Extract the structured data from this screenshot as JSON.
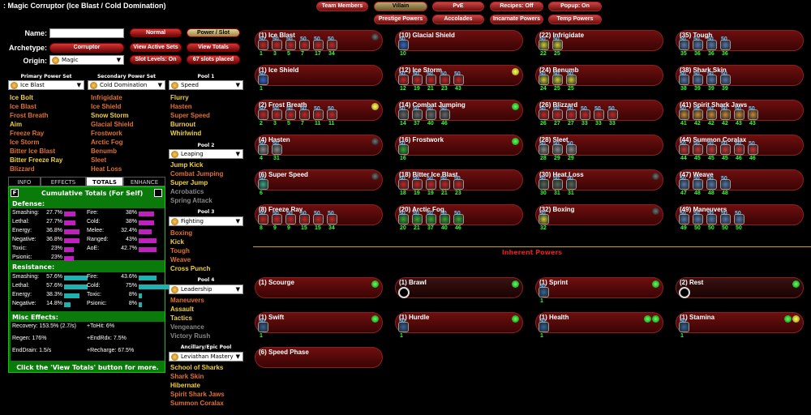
{
  "window_title": ": Magic Corruptor (Ice Blast / Cold Domination)",
  "top_buttons": [
    "Team Members",
    "Villain",
    "PvE",
    "Recipes: Off",
    "Popup: On",
    "Prestige Powers",
    "Accolades",
    "Incarnate Powers",
    "Temp Powers"
  ],
  "labels": {
    "name": "Name:",
    "archetype": "Archetype:",
    "origin": "Origin:"
  },
  "archetype": "Corruptor",
  "origin": "Magic",
  "buttons": {
    "normal": "Normal",
    "power_slot": "Power / Slot",
    "view_active_sets": "View Active Sets",
    "view_totals": "View Totals",
    "slot_levels": "Slot Levels: On",
    "slots_placed": "67 slots placed"
  },
  "headers": {
    "primary": "Primary Power Set",
    "secondary": "Secondary Power Set",
    "pool1": "Pool 1",
    "pool2": "Pool 2",
    "pool3": "Pool 3",
    "pool4": "Pool 4",
    "epic": "Ancillary/Epic Pool"
  },
  "primary_set": "Ice Blast",
  "secondary_set": "Cold Domination",
  "pool_sets": [
    "Speed",
    "Leaping",
    "Fighting",
    "Leadership",
    "Leviathan Mastery"
  ],
  "primary_powers": [
    [
      "Ice Bolt",
      "y"
    ],
    [
      "Ice Blast",
      "o"
    ],
    [
      "Frost Breath",
      "o"
    ],
    [
      "Aim",
      "y"
    ],
    [
      "Freeze Ray",
      "o"
    ],
    [
      "Ice Storm",
      "o"
    ],
    [
      "Bitter Ice Blast",
      "o"
    ],
    [
      "Bitter Freeze Ray",
      "y"
    ],
    [
      "Blizzard",
      "o"
    ]
  ],
  "secondary_powers": [
    [
      "Infrigidate",
      "o"
    ],
    [
      "Ice Shield",
      "o"
    ],
    [
      "Snow Storm",
      "y"
    ],
    [
      "Glacial Shield",
      "o"
    ],
    [
      "Frostwork",
      "o"
    ],
    [
      "Arctic Fog",
      "o"
    ],
    [
      "Benumb",
      "o"
    ],
    [
      "Sleet",
      "o"
    ],
    [
      "Heat Loss",
      "o"
    ]
  ],
  "pool1_powers": [
    [
      "Flurry",
      "y"
    ],
    [
      "Hasten",
      "o"
    ],
    [
      "Super Speed",
      "o"
    ],
    [
      "Burnout",
      "y"
    ],
    [
      "Whirlwind",
      "y"
    ]
  ],
  "pool2_powers": [
    [
      "Jump Kick",
      "y"
    ],
    [
      "Combat Jumping",
      "o"
    ],
    [
      "Super Jump",
      "y"
    ],
    [
      "Acrobatics",
      "g"
    ],
    [
      "Spring Attack",
      "g"
    ]
  ],
  "pool3_powers": [
    [
      "Boxing",
      "o"
    ],
    [
      "Kick",
      "y"
    ],
    [
      "Tough",
      "o"
    ],
    [
      "Weave",
      "o"
    ],
    [
      "Cross Punch",
      "y"
    ]
  ],
  "pool4_powers": [
    [
      "Maneuvers",
      "o"
    ],
    [
      "Assault",
      "y"
    ],
    [
      "Tactics",
      "y"
    ],
    [
      "Vengeance",
      "g"
    ],
    [
      "Victory Rush",
      "g"
    ]
  ],
  "epic_powers": [
    [
      "School of Sharks",
      "y"
    ],
    [
      "Shark Skin",
      "o"
    ],
    [
      "Hibernate",
      "y"
    ],
    [
      "Spirit Shark Jaws",
      "o"
    ],
    [
      "Summon Coralax",
      "o"
    ]
  ],
  "tabs": [
    "INFO",
    "EFFECTS",
    "TOTALS",
    "ENHANCE"
  ],
  "totals_header": "Cumulative Totals (For Self)",
  "defense_title": "Defense:",
  "defense": [
    [
      "Smashing:",
      "27.7%",
      0.28
    ],
    [
      "Fire:",
      "38%",
      0.38
    ],
    [
      "Lethal:",
      "27.7%",
      0.28
    ],
    [
      "Cold:",
      "38%",
      0.38
    ],
    [
      "Energy:",
      "36.8%",
      0.37
    ],
    [
      "Melee:",
      "32.4%",
      0.32
    ],
    [
      "Negative:",
      "36.8%",
      0.37
    ],
    [
      "Ranged:",
      "43%",
      0.43
    ],
    [
      "Toxic:",
      "23%",
      0.23
    ],
    [
      "AoE:",
      "42.7%",
      0.43
    ],
    [
      "Psionic:",
      "23%",
      0.23
    ]
  ],
  "resistance_title": "Resistance:",
  "resistance": [
    [
      "Smashing:",
      "57.6%",
      0.58
    ],
    [
      "Fire:",
      "43.6%",
      0.44
    ],
    [
      "Lethal:",
      "57.6%",
      0.58
    ],
    [
      "Cold:",
      "75%",
      0.75
    ],
    [
      "Energy:",
      "38.3%",
      0.38
    ],
    [
      "Toxic:",
      "8%",
      0.08
    ],
    [
      "Negative:",
      "14.8%",
      0.15
    ],
    [
      "Psionic:",
      "8%",
      0.08
    ]
  ],
  "misc_title": "Misc Effects:",
  "misc": [
    "Recovery: 153.5% (2.7/s)",
    "+ToHit: 6%",
    "Regen: 176%",
    "+EndRdx: 7.5%",
    "EndDrain: 1.5/s",
    "+Recharge: 67.5%"
  ],
  "footer": "Click the 'View Totals' button for more.",
  "inherent_title": "Inherent Powers",
  "slots_main": [
    {
      "n": "(1) Ice Blast",
      "e": [
        "50",
        "50",
        "50",
        "50",
        "50",
        "50"
      ],
      "l": [
        "1",
        "3",
        "5",
        "7",
        "17",
        "34"
      ],
      "d": "k",
      "c": "#c22"
    },
    {
      "n": "(10) Glacial Shield",
      "e": [
        "50"
      ],
      "l": [
        "10"
      ],
      "d": "",
      "c": "#36c"
    },
    {
      "n": "(22) Infrigidate",
      "e": [
        "50",
        "50"
      ],
      "l": [
        "22",
        "25"
      ],
      "d": "",
      "c": "#cc3"
    },
    {
      "n": "(35) Tough",
      "e": [
        "50",
        "50",
        "50",
        "50"
      ],
      "l": [
        "35",
        "36",
        "36",
        "36"
      ],
      "d": "",
      "c": "#57a"
    },
    {
      "n": "(1) Ice Shield",
      "e": [
        "50"
      ],
      "l": [
        "1"
      ],
      "d": "",
      "c": "#36c"
    },
    {
      "n": "(12) Ice Storm",
      "e": [
        "50",
        "50",
        "50",
        "50",
        "50"
      ],
      "l": [
        "12",
        "19",
        "21",
        "23",
        "43"
      ],
      "d": "y",
      "c": "#c22"
    },
    {
      "n": "(24) Benumb",
      "e": [
        "50",
        "50",
        "50"
      ],
      "l": [
        "24",
        "25",
        "25"
      ],
      "d": "",
      "c": "#cc3"
    },
    {
      "n": "(38) Shark Skin",
      "e": [
        "50",
        "50",
        "50",
        "50"
      ],
      "l": [
        "38",
        "39",
        "39",
        "39"
      ],
      "d": "",
      "c": "#57a"
    },
    {
      "n": "(2) Frost Breath",
      "e": [
        "50",
        "50",
        "50",
        "50",
        "50",
        "50"
      ],
      "l": [
        "2",
        "3",
        "5",
        "7",
        "11",
        "11"
      ],
      "d": "y",
      "c": "#c22"
    },
    {
      "n": "(14) Combat Jumping",
      "e": [
        "50",
        "50",
        "50",
        "50"
      ],
      "l": [
        "14",
        "37",
        "40",
        "46"
      ],
      "d": "g",
      "c": "#666"
    },
    {
      "n": "(26) Blizzard",
      "e": [
        "50",
        "50",
        "50",
        "50",
        "50",
        "50"
      ],
      "l": [
        "26",
        "27",
        "27",
        "33",
        "33",
        "33"
      ],
      "d": "",
      "c": "#c22"
    },
    {
      "n": "(41) Spirit Shark Jaws",
      "e": [
        "50",
        "50",
        "50",
        "50",
        "50",
        "50"
      ],
      "l": [
        "41",
        "42",
        "42",
        "42",
        "43",
        "43"
      ],
      "d": "",
      "c": "#c83"
    },
    {
      "n": "(4) Hasten",
      "e": [
        "50",
        "50"
      ],
      "l": [
        "4",
        "31"
      ],
      "d": "k",
      "c": "#888"
    },
    {
      "n": "(16) Frostwork",
      "e": [
        "50"
      ],
      "l": [
        "16"
      ],
      "d": "g",
      "c": "#3a3"
    },
    {
      "n": "(28) Sleet",
      "e": [
        "50",
        "50",
        "50"
      ],
      "l": [
        "28",
        "29",
        "29"
      ],
      "d": "",
      "c": "#888"
    },
    {
      "n": "(44) Summon Coralax",
      "e": [
        "50",
        "50",
        "50",
        "50",
        "50",
        "50"
      ],
      "l": [
        "44",
        "45",
        "45",
        "45",
        "46",
        "46"
      ],
      "d": "",
      "c": "#c33"
    },
    {
      "n": "(6) Super Speed",
      "e": [
        "50"
      ],
      "l": [
        "6"
      ],
      "d": "k",
      "c": "#3a8"
    },
    {
      "n": "(18) Bitter Ice Blast",
      "e": [
        "50",
        "50",
        "50",
        "50",
        "50"
      ],
      "l": [
        "18",
        "19",
        "19",
        "21",
        "23"
      ],
      "d": "",
      "c": "#c22"
    },
    {
      "n": "(30) Heat Loss",
      "e": [
        "50",
        "50",
        "50"
      ],
      "l": [
        "30",
        "31",
        "31"
      ],
      "d": "k",
      "c": "#565"
    },
    {
      "n": "(47) Weave",
      "e": [
        "50",
        "50",
        "50",
        "50"
      ],
      "l": [
        "47",
        "48",
        "48",
        "48"
      ],
      "d": "",
      "c": "#57a"
    },
    {
      "n": "(8) Freeze Ray",
      "e": [
        "50",
        "50",
        "50",
        "50",
        "50",
        "50"
      ],
      "l": [
        "8",
        "9",
        "9",
        "15",
        "15",
        "34"
      ],
      "d": "",
      "c": "#c22"
    },
    {
      "n": "(20) Arctic Fog",
      "e": [
        "50",
        "50",
        "50",
        "50",
        "50"
      ],
      "l": [
        "20",
        "21",
        "37",
        "40",
        "46"
      ],
      "d": "",
      "c": "#3a3"
    },
    {
      "n": "(32) Boxing",
      "e": [
        "50"
      ],
      "l": [
        "32"
      ],
      "d": "k",
      "c": "#cc3"
    },
    {
      "n": "(49) Maneuvers",
      "e": [
        "50",
        "50",
        "50",
        "50",
        "50"
      ],
      "l": [
        "49",
        "50",
        "50",
        "50",
        "50"
      ],
      "d": "",
      "c": "#57a"
    }
  ],
  "slots_inherent": [
    {
      "n": "(1) Scourge",
      "e": [],
      "l": [],
      "d": "g"
    },
    {
      "n": "(1) Brawl",
      "e": [
        "o"
      ],
      "l": [],
      "d": "g"
    },
    {
      "n": "(1) Sprint",
      "e": [
        "50"
      ],
      "l": [
        "1"
      ],
      "d": "g"
    },
    {
      "n": "(2) Rest",
      "e": [
        "o"
      ],
      "l": [],
      "d": "g"
    },
    {
      "n": "(1) Swift",
      "e": [
        "50"
      ],
      "l": [
        "1"
      ],
      "d": "g"
    },
    {
      "n": "(1) Hurdle",
      "e": [
        "50"
      ],
      "l": [
        "1"
      ],
      "d": "g"
    },
    {
      "n": "(1) Health",
      "e": [
        "50"
      ],
      "l": [
        "1"
      ],
      "d": "gg"
    },
    {
      "n": "(1) Stamina",
      "e": [
        "50"
      ],
      "l": [
        "1"
      ],
      "d": "yg"
    },
    {
      "n": "(6) Speed Phase",
      "e": [],
      "l": [],
      "d": ""
    }
  ]
}
